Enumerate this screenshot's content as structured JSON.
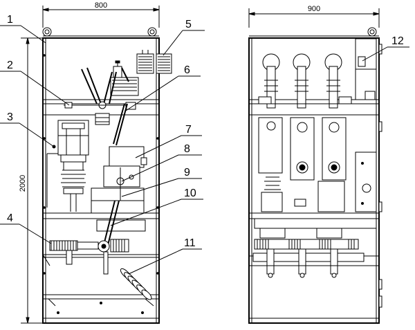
{
  "dimensions": {
    "left_width": "800",
    "right_width": "900",
    "height": "2000"
  },
  "callouts": [
    "1",
    "2",
    "3",
    "4",
    "5",
    "6",
    "7",
    "8",
    "9",
    "10",
    "11",
    "12"
  ]
}
